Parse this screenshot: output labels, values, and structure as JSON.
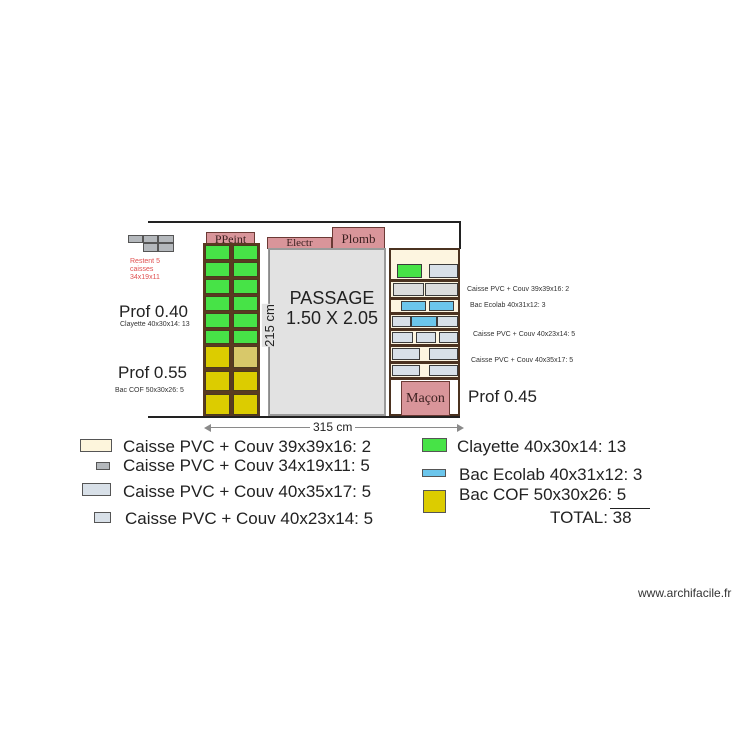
{
  "plan": {
    "passage": {
      "line1": "PASSAGE",
      "line2": "1.50 X 2.05"
    },
    "dimensions": {
      "width": "315 cm",
      "height": "215 cm"
    },
    "tags": {
      "ppeint": "PPeint",
      "electr": "Electr",
      "plomb": "Plomb",
      "macon": "Maçon"
    },
    "remaining_note": [
      "Restent 5",
      "caisses",
      "34x19x11"
    ],
    "left_zone": {
      "prof_top": "Prof 0.40",
      "prof_top_note": "Clayette 40x30x14: 13",
      "prof_bottom": "Prof 0.55",
      "prof_bottom_note": "Bac COF 50x30x26: 5"
    },
    "right_zone": {
      "prof": "Prof 0.45",
      "notes": [
        "Caisse PVC + Couv 39x39x16: 2",
        "Bac Ecolab 40x31x12: 3",
        "Caisse PVC + Couv 40x23x14: 5",
        "Caisse PVC + Couv 40x35x17: 5"
      ]
    }
  },
  "legend": {
    "left": [
      {
        "label": "Caisse PVC + Couv 39x39x16: 2",
        "color": "#fdf5dc"
      },
      {
        "label": "Caisse PVC + Couv 34x19x11: 5",
        "color": "#b4b8bc"
      },
      {
        "label": "Caisse PVC + Couv 40x35x17: 5",
        "color": "#d8e0e8"
      },
      {
        "label": "Caisse PVC + Couv 40x23x14: 5",
        "color": "#d8e0e8"
      }
    ],
    "right": [
      {
        "label": "Clayette 40x30x14: 13",
        "color": "#47e347"
      },
      {
        "label": "Bac Ecolab 40x31x12: 3",
        "color": "#6cc6ec"
      },
      {
        "label": "Bac COF 50x30x26: 5",
        "color": "#dccc00"
      }
    ],
    "total": "TOTAL: 38"
  },
  "watermark": "www.archifacile.fr"
}
